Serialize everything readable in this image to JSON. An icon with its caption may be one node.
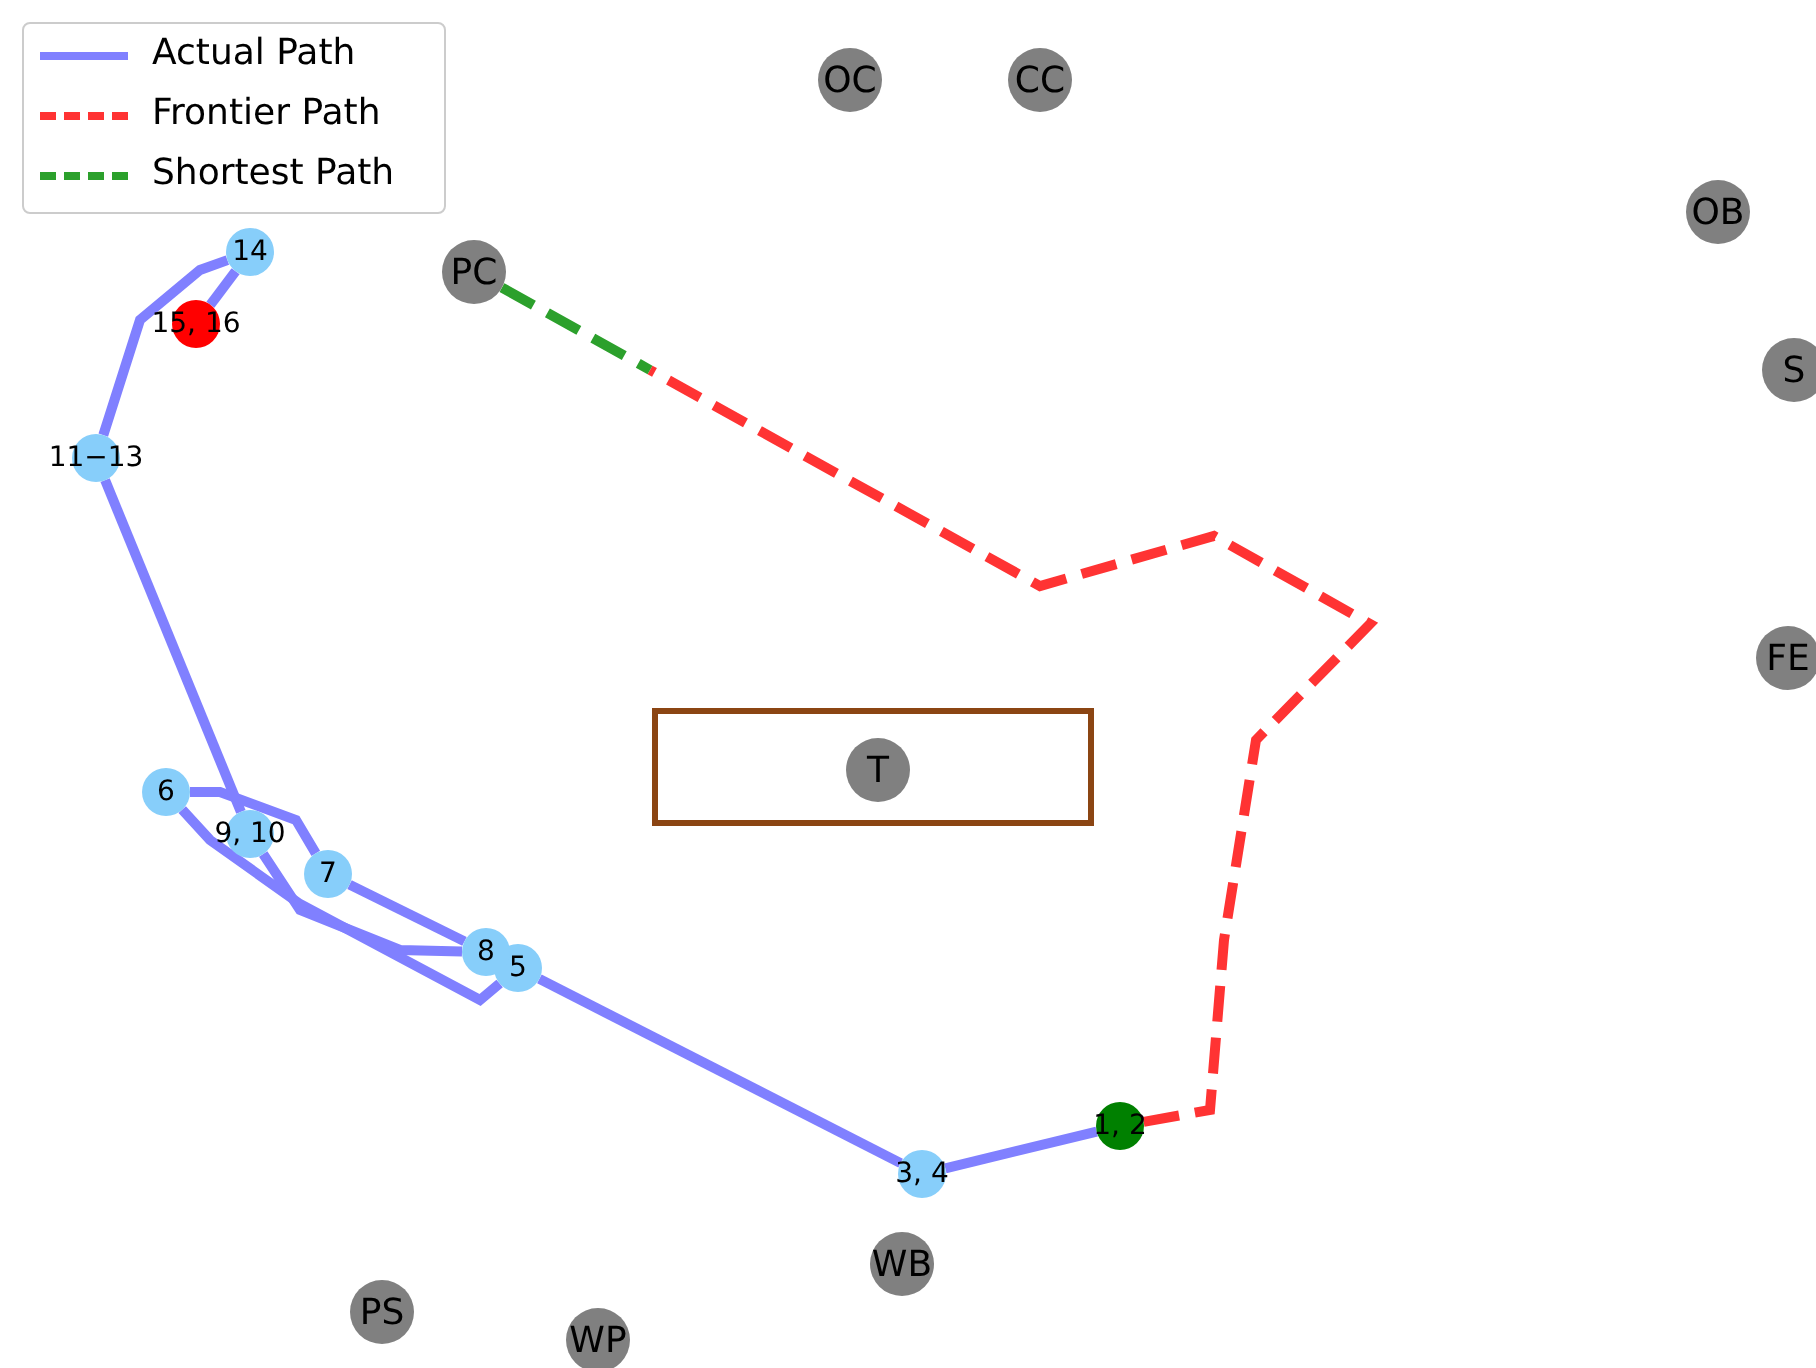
{
  "diagram": {
    "nodes": [
      {
        "text": [
          "14"
        ]
      },
      {
        "text": [
          "15, 16"
        ]
      },
      {
        "text": [
          "11−13"
        ]
      },
      {
        "text": [
          "6"
        ]
      },
      {
        "text": [
          "9, 10"
        ]
      },
      {
        "text": [
          "7"
        ]
      },
      {
        "text": [
          "5"
        ]
      },
      {
        "text": [
          "8"
        ]
      },
      {
        "text": [
          "3, 4"
        ]
      },
      {
        "text": [
          "1, 2"
        ]
      },
      {
        "text": [
          "PC"
        ]
      },
      {
        "text": [
          "OC"
        ]
      },
      {
        "text": [
          "CC"
        ]
      },
      {
        "text": [
          "OB"
        ]
      },
      {
        "text": [
          "S"
        ]
      },
      {
        "text": [
          "FE"
        ]
      },
      {
        "text": [],
        "shape": "box"
      },
      {
        "text": [
          "T"
        ],
        "in": 16
      },
      {
        "text": [
          "WB"
        ]
      },
      {
        "text": [
          "PS"
        ]
      },
      {
        "text": [
          "WP"
        ]
      }
    ],
    "edges": [
      {
        "from": 9,
        "to": 8,
        "arrow": "none"
      },
      {
        "from": 8,
        "to": 6,
        "arrow": "none"
      },
      {
        "from": 6,
        "to": 3,
        "arrow": "none"
      },
      {
        "from": 3,
        "to": 5,
        "arrow": "none"
      },
      {
        "from": 5,
        "to": 7,
        "arrow": "none"
      },
      {
        "from": 7,
        "to": 4,
        "arrow": "none"
      },
      {
        "from": 4,
        "to": 2,
        "arrow": "none"
      },
      {
        "from": 2,
        "to": 0,
        "arrow": "none"
      },
      {
        "from": 0,
        "to": 1,
        "arrow": "none"
      },
      {
        "from": 9,
        "to": null,
        "arrow": "none",
        "style": "dashed",
        "color": "#ff3333"
      },
      {
        "from": 10,
        "to": null,
        "arrow": "none",
        "style": "dashed",
        "color": "#2ca02c"
      }
    ],
    "legend": [
      {
        "text": "Actual Path"
      },
      {
        "text": "Frontier Path"
      },
      {
        "text": "Shortest Path"
      }
    ]
  }
}
